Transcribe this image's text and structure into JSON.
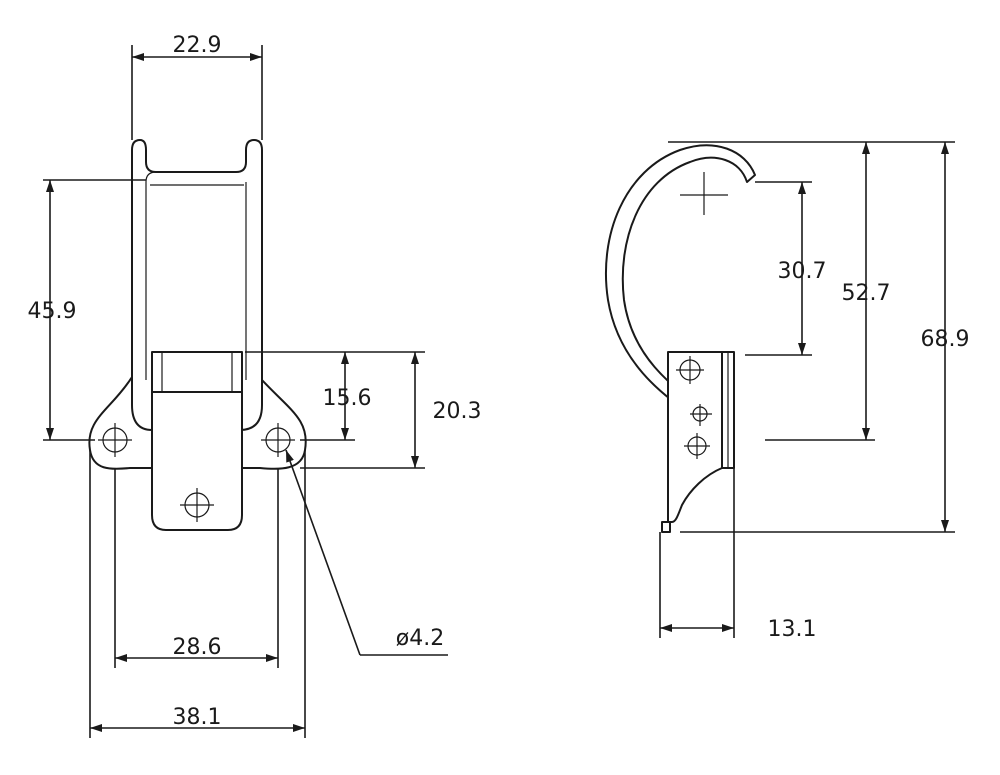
{
  "dimensions": {
    "top_width": "22.9",
    "height_left": "45.9",
    "hinge_height": "15.6",
    "base_height": "20.3",
    "hole_spacing": "28.6",
    "overall_width": "38.1",
    "hole_diameter": "ø4.2",
    "hook_offset": "30.7",
    "hook_height": "52.7",
    "overall_height": "68.9",
    "side_depth": "13.1"
  }
}
